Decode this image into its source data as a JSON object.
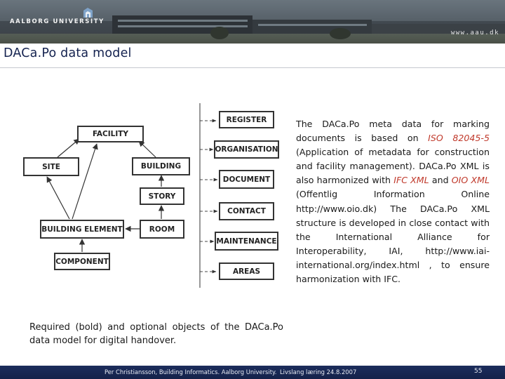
{
  "header": {
    "university": "AALBORG UNIVERSITY",
    "url": "www.aau.dk"
  },
  "slide": {
    "title": "DACa.Po data model"
  },
  "diagram": {
    "entities": {
      "facility": "FACILITY",
      "site": "SITE",
      "building": "BUILDING",
      "story": "STORY",
      "room": "ROOM",
      "building_element": "BUILDING ELEMENT",
      "component": "COMPONENT"
    },
    "documents": {
      "register": "REGISTER",
      "organisation": "ORGANISATION",
      "document": "DOCUMENT",
      "contact": "CONTACT",
      "maintenance": "MAINTENANCE",
      "areas": "AREAS"
    }
  },
  "description": {
    "p1": "The DACa.Po meta data for marking documents is based on ",
    "iso_ref": "ISO 82045-5",
    "p2": " (Application of metadata for construction and facility management). DACa.Po XML is also harmonized with ",
    "ifc_ref": "IFC XML",
    "p3": " and ",
    "oio_ref": "OIO XML",
    "p4": " (Offentlig Information Online http://www.oio.dk) The DACa.Po XML structure is developed in close contact with the International Alliance for Interoperability, IAI, http://www.iai-international.org/index.html , to ensure harmonization with IFC."
  },
  "caption": "Required (bold) and optional objects of the DACa.Po data model for digital handover.",
  "footer": {
    "left": "Per Christiansson, Building Informatics. Aalborg University.",
    "middle": "Livslang læring 24.8.2007",
    "page": "55"
  }
}
